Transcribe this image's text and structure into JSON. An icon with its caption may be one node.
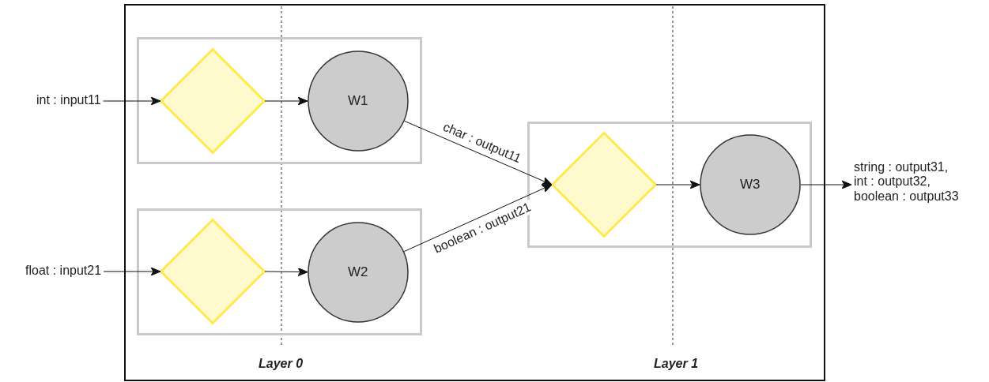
{
  "diagram": {
    "nodes": [
      {
        "text": [],
        "shape": "box"
      },
      {
        "text": [],
        "shape": "box",
        "in": 0
      },
      {
        "text": [],
        "shape": "diamond",
        "in": 1
      },
      {
        "text": [
          "W1"
        ],
        "in": 1
      },
      {
        "text": [],
        "shape": "box",
        "in": 0
      },
      {
        "text": [],
        "shape": "diamond",
        "in": 4
      },
      {
        "text": [
          "W2"
        ],
        "in": 4
      },
      {
        "text": [],
        "shape": "box",
        "in": 0
      },
      {
        "text": [],
        "shape": "diamond",
        "in": 7
      },
      {
        "text": [
          "W3"
        ],
        "in": 7
      },
      {
        "text": [
          "int : input11"
        ]
      },
      {
        "text": [
          "float : input21"
        ]
      },
      {
        "text": [
          "string : output31, int : output32, boolean : output33"
        ]
      }
    ],
    "edges": [
      {
        "from": 10,
        "to": 2,
        "arrow": "to"
      },
      {
        "from": 2,
        "to": 3,
        "arrow": "to"
      },
      {
        "from": 11,
        "to": 5,
        "arrow": "to"
      },
      {
        "from": 5,
        "to": 6,
        "arrow": "to"
      },
      {
        "from": 3,
        "to": 8,
        "label": "char : output11",
        "arrow": "to"
      },
      {
        "from": 6,
        "to": 8,
        "label": "boolean : output21",
        "arrow": "to"
      },
      {
        "from": 8,
        "to": 9,
        "arrow": "to"
      },
      {
        "from": 9,
        "to": 12,
        "arrow": "to"
      }
    ],
    "labels": [
      "Layer 0",
      "Layer 1"
    ]
  }
}
